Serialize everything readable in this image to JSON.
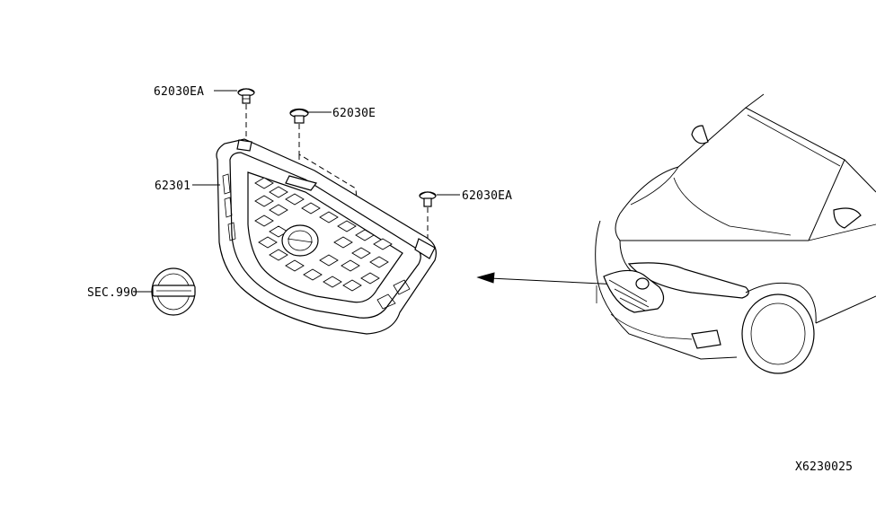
{
  "labels": {
    "clip_top_left": "62030EA",
    "clip_top_mid": "62030E",
    "clip_right": "62030EA",
    "grille": "62301",
    "emblem": "SEC.990",
    "diagram_id": "X6230025"
  },
  "icons": {
    "clip_top_left": "push-clip-icon",
    "clip_top_mid": "push-clip-icon",
    "clip_right": "push-clip-icon",
    "emblem": "nissan-emblem-icon",
    "vehicle": "vehicle-front-icon",
    "arrow": "direction-arrow-icon"
  }
}
